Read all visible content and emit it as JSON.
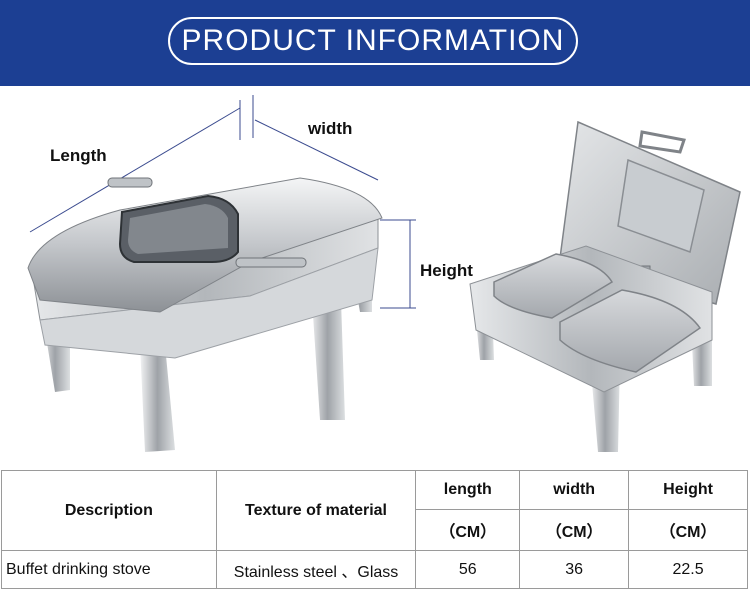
{
  "banner": {
    "title": "PRODUCT INFORMATION"
  },
  "dimensions": {
    "length_label": "Length",
    "width_label": "width",
    "height_label": "Height"
  },
  "table": {
    "headers": {
      "description": "Description",
      "material": "Texture of material",
      "length": "length",
      "width": "width",
      "height": "Height",
      "unit": "（CM）"
    },
    "row": {
      "description": "Buffet drinking stove",
      "material": "Stainless steel 、Glass",
      "length": "56",
      "width": "36",
      "height": "22.5"
    }
  },
  "colors": {
    "banner": "#1c3f93",
    "dimension_line": "#3b4b8f",
    "steel": "#c9ccd0"
  }
}
